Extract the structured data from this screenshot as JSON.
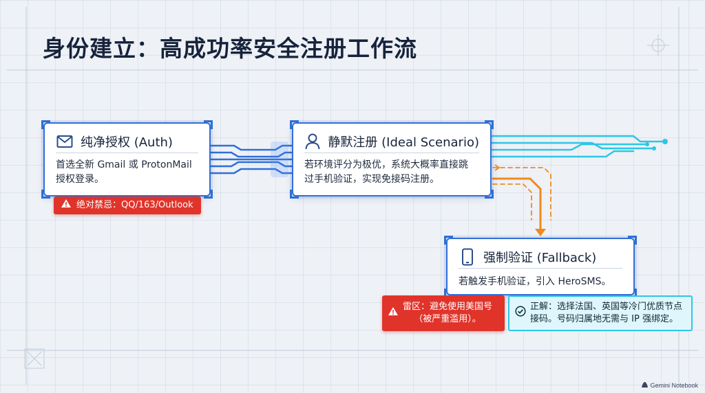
{
  "title": "身份建立：高成功率安全注册工作流",
  "cards": {
    "auth": {
      "icon": "mail-icon",
      "title": "纯净授权 (Auth)",
      "body_lines": [
        "首选全新 Gmail 或 ProtonMail",
        "授权登录。"
      ]
    },
    "silent": {
      "icon": "user-icon",
      "title": "静默注册 (Ideal Scenario)",
      "body_lines": [
        "若环境评分为极优，系统大概率直接跳",
        "过手机验证，实现免接码注册。"
      ]
    },
    "fallback": {
      "icon": "phone-icon",
      "title": "强制验证 (Fallback)",
      "body_lines": [
        "若触发手机验证，引入 HeroSMS。"
      ]
    }
  },
  "badges": {
    "banned": {
      "icon": "warning-icon",
      "text": "绝对禁忌：QQ/163/Outlook"
    },
    "danger": {
      "icon": "warning-icon",
      "lines": [
        "雷区：避免使用美国号",
        "（被严重滥用）。"
      ]
    },
    "correct": {
      "icon": "check-circle-icon",
      "lines": [
        "正解：选择法国、英国等冷门优质节点",
        "接码。号码归属地无需与 IP 强绑定。"
      ]
    }
  },
  "footer": {
    "logo_text": "Gemini Notebook"
  },
  "colors": {
    "primary_blue": "#2f6fd6",
    "connector_cyan": "#2cc6e6",
    "fallback_orange": "#f08a1c",
    "danger_red": "#e0342b",
    "title_dark": "#16233b"
  }
}
